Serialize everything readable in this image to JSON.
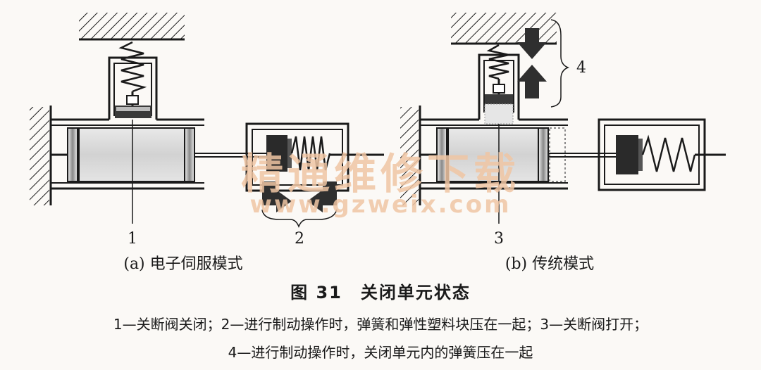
{
  "panel_a": {
    "caption": "(a) 电子伺服模式",
    "label_shutoff_valve": "1",
    "label_compressed": "2"
  },
  "panel_b": {
    "caption": "(b) 传统模式",
    "label_shutoff_valve": "3",
    "label_compressed": "4"
  },
  "watermark": {
    "text_cn": "精通维修下载",
    "text_url": "www.gzweix.com"
  },
  "figure": {
    "title": "图 31　关闭单元状态",
    "legend_line1": "1—关断阀关闭；2—进行制动操作时，弹簧和弹性塑料块压在一起；3—关断阀打开；",
    "legend_line2": "4—进行制动操作时，关闭单元内的弹簧压在一起"
  },
  "colors": {
    "line": "#1a1a1a",
    "cylinder_fill": "#dcdcdc",
    "block": "#2a2a2a",
    "arrow": "#2f2f2f",
    "watermark": "#f0c6a4"
  }
}
